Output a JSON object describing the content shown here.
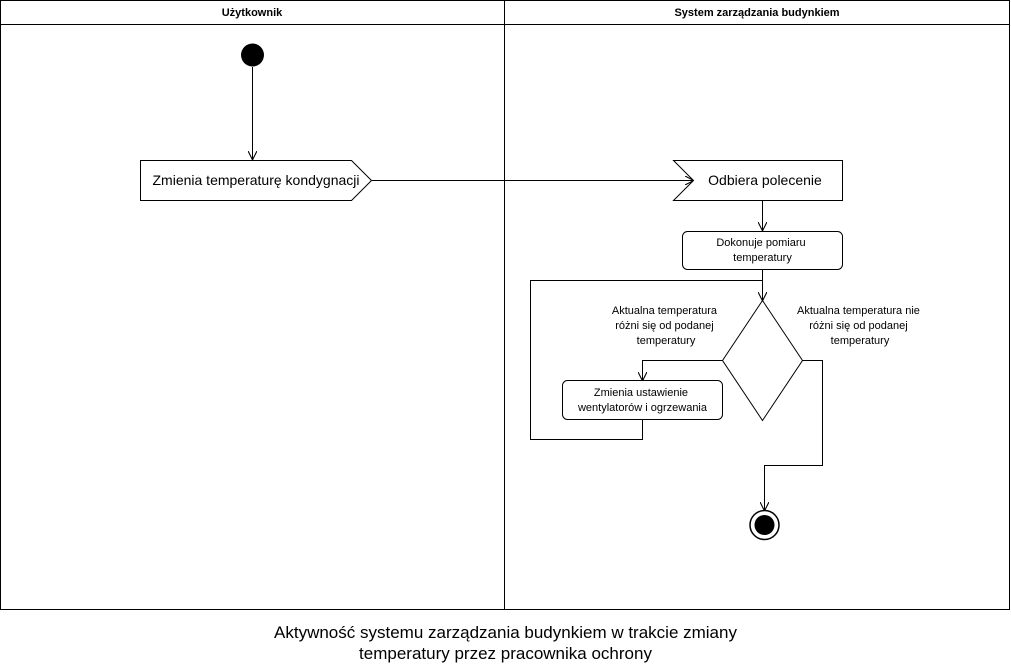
{
  "lanes": [
    {
      "title": "Użytkownik"
    },
    {
      "title": "System zarządzania budynkiem"
    }
  ],
  "nodes": {
    "send_signal": {
      "label": "Zmienia temperaturę kondygnacji"
    },
    "receive_signal": {
      "label": "Odbiera polecenie"
    },
    "measure": {
      "lines": [
        "Dokonuje pomiaru",
        "temperatury"
      ]
    },
    "adjust": {
      "lines": [
        "Zmienia ustawienie",
        "wentylatorów i ogrzewania"
      ]
    }
  },
  "guards": {
    "differs": {
      "lines": [
        "Aktualna temperatura",
        "różni się od podanej",
        "temperatury"
      ]
    },
    "not_differs": {
      "lines": [
        "Aktualna temperatura nie",
        "różni się od podanej",
        "temperatury"
      ]
    }
  },
  "caption": {
    "lines": [
      "Aktywność systemu zarządzania budynkiem w trakcie zmiany",
      "temperatury przez pracownika ochrony"
    ]
  },
  "colors": {
    "line": "#000000",
    "fill": "#ffffff"
  }
}
